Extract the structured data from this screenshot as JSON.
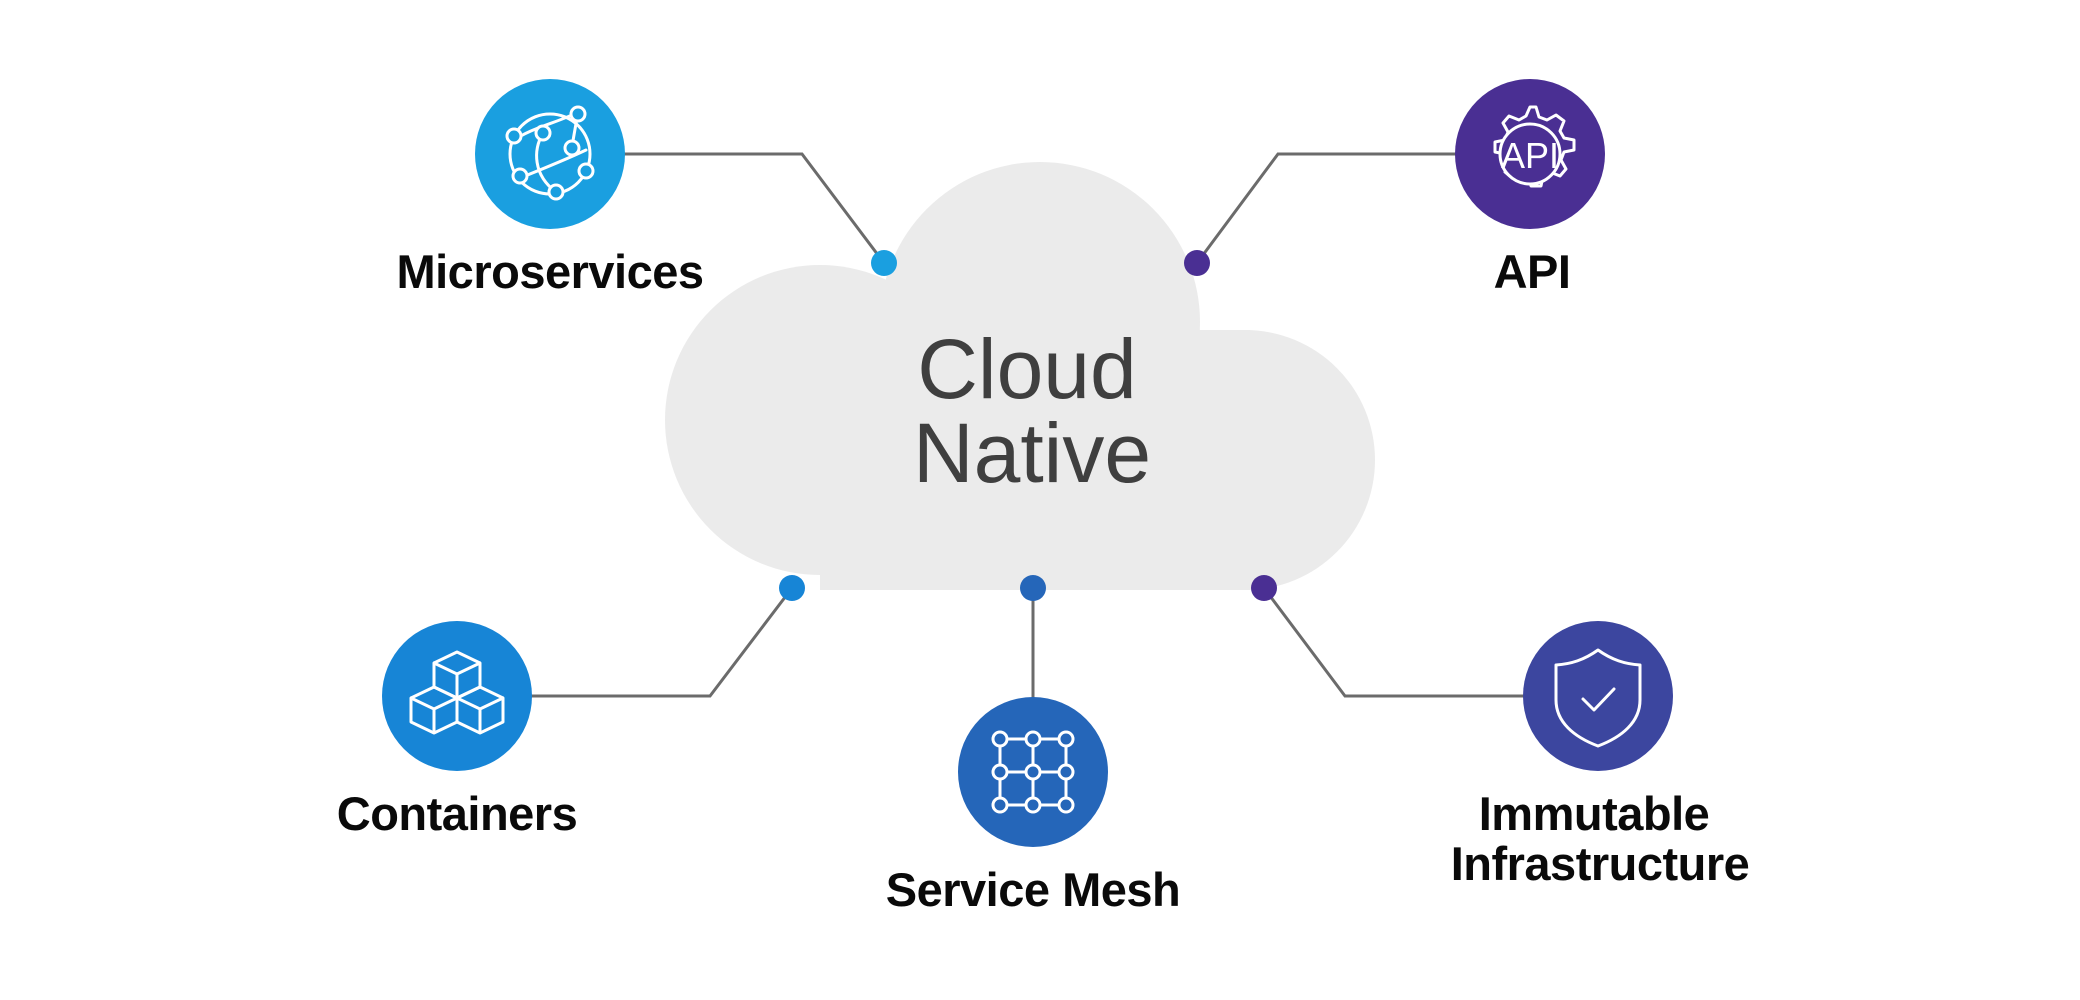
{
  "center": {
    "line1": "Cloud",
    "line2": "Native"
  },
  "nodes": {
    "microservices": {
      "label": "Microservices",
      "icon": "network-globe-icon",
      "color": "#1a9fe0"
    },
    "api": {
      "label": "API",
      "icon": "api-gear-icon",
      "color": "#4a2f93"
    },
    "containers": {
      "label": "Containers",
      "icon": "cubes-icon",
      "color": "#1785d6"
    },
    "service_mesh": {
      "label": "Service Mesh",
      "icon": "mesh-grid-icon",
      "color": "#2566b9"
    },
    "immutable": {
      "line1": "Immutable",
      "line2": "Infrastructure",
      "icon": "shield-check-icon",
      "color": "#3c469f"
    }
  },
  "api_icon_text": "API",
  "colors": {
    "cloud": "#ebebeb",
    "connector": "#6b6b6b",
    "text": "#0a0a0a"
  }
}
